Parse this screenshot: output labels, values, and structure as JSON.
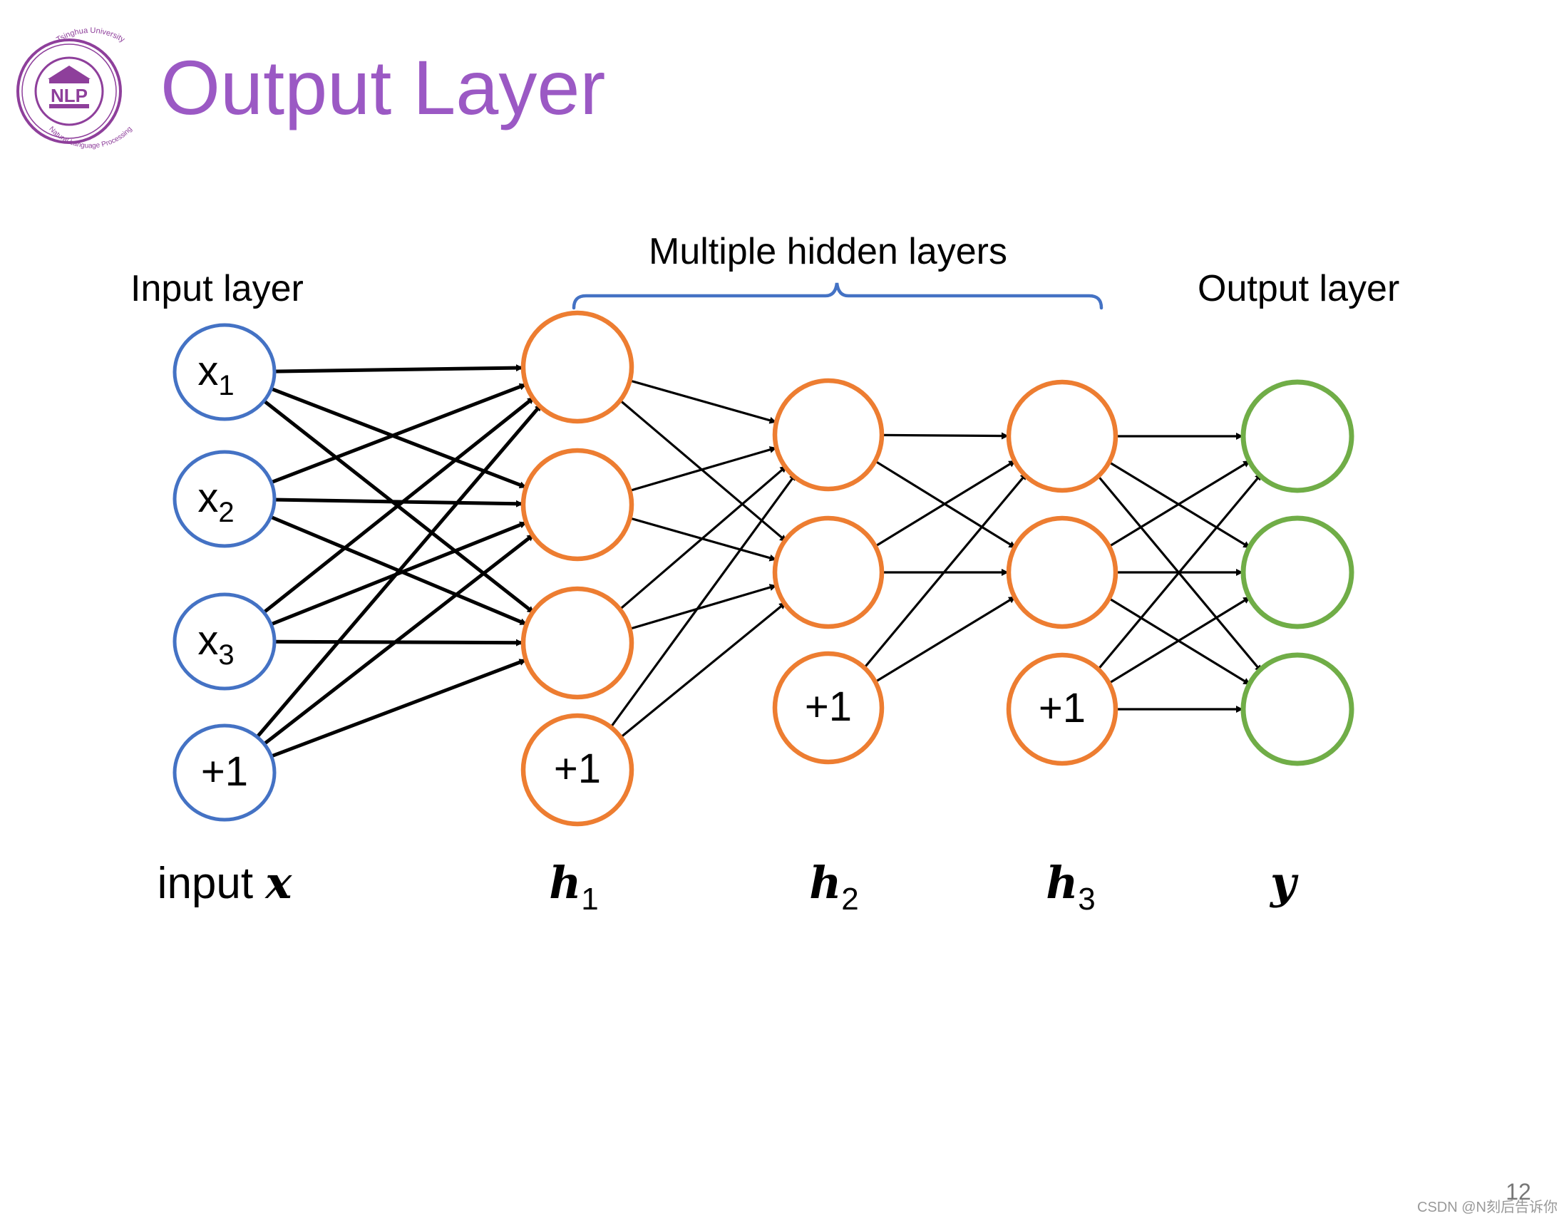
{
  "slide": {
    "title": "Output Layer",
    "title_color": "#9B59C4",
    "page_number": "12",
    "watermark": "CSDN @N刻后告诉你"
  },
  "logo": {
    "name": "tsinghua-nlp-seal",
    "text_arc_top": "Tsinghua University",
    "text_arc_bottom": "Natural Language Processing",
    "center_text": "NLP",
    "color": "#8E3F9B"
  },
  "diagram": {
    "labels": {
      "input_layer": "Input layer",
      "hidden_group": "Multiple hidden layers",
      "output_layer": "Output layer"
    },
    "brace_color": "#4472C4",
    "colors": {
      "input": "#4472C4",
      "hidden": "#ED7D31",
      "output": "#70AD47",
      "edge": "#000000"
    },
    "layers": [
      {
        "id": "input",
        "var_main": "input",
        "var_sym": "x",
        "var_sub": "",
        "nodes": [
          {
            "text": "x",
            "sub": "1"
          },
          {
            "text": "x",
            "sub": "2"
          },
          {
            "text": "x",
            "sub": "3"
          },
          {
            "text": "+1",
            "sub": ""
          }
        ]
      },
      {
        "id": "h1",
        "var_main": "",
        "var_sym": "h",
        "var_sub": "1",
        "nodes": [
          {
            "text": "",
            "sub": ""
          },
          {
            "text": "",
            "sub": ""
          },
          {
            "text": "",
            "sub": ""
          },
          {
            "text": "+1",
            "sub": ""
          }
        ]
      },
      {
        "id": "h2",
        "var_main": "",
        "var_sym": "h",
        "var_sub": "2",
        "nodes": [
          {
            "text": "",
            "sub": ""
          },
          {
            "text": "",
            "sub": ""
          },
          {
            "text": "+1",
            "sub": ""
          }
        ]
      },
      {
        "id": "h3",
        "var_main": "",
        "var_sym": "h",
        "var_sub": "3",
        "nodes": [
          {
            "text": "",
            "sub": ""
          },
          {
            "text": "",
            "sub": ""
          },
          {
            "text": "+1",
            "sub": ""
          }
        ]
      },
      {
        "id": "output",
        "var_main": "",
        "var_sym": "y",
        "var_sub": "",
        "nodes": [
          {
            "text": "",
            "sub": ""
          },
          {
            "text": "",
            "sub": ""
          },
          {
            "text": "",
            "sub": ""
          }
        ]
      }
    ],
    "connections": [
      {
        "from_layer": 0,
        "to_layer": 1,
        "from_nodes": [
          0,
          1,
          2,
          3
        ],
        "to_nodes": [
          0,
          1,
          2
        ]
      },
      {
        "from_layer": 1,
        "to_layer": 2,
        "from_nodes": [
          0,
          1,
          2,
          3
        ],
        "to_nodes": [
          0,
          1
        ]
      },
      {
        "from_layer": 2,
        "to_layer": 3,
        "from_nodes": [
          0,
          1,
          2
        ],
        "to_nodes": [
          0,
          1
        ]
      },
      {
        "from_layer": 3,
        "to_layer": 4,
        "from_nodes": [
          0,
          1,
          2
        ],
        "to_nodes": [
          0,
          1,
          2
        ]
      }
    ]
  }
}
